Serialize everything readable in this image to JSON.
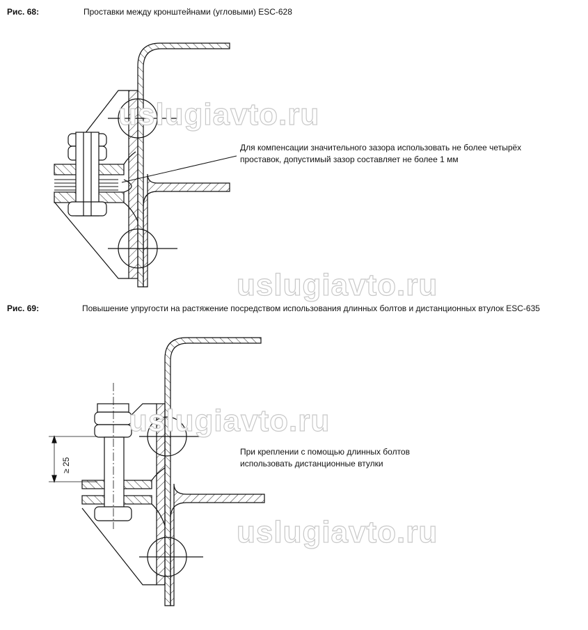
{
  "figures": [
    {
      "number": "Рис. 68:",
      "title": "Проставки между кронштейнами (угловыми) ESC-628",
      "note_lines": [
        "Для компенсации значительного зазора использовать не более четырёх",
        "проставок, допустимый зазор составляет не более 1 мм"
      ]
    },
    {
      "number": "Рис. 69:",
      "title": "Повышение упругости на растяжение посредством использования длинных болтов и дистанционных втулок ESC-635",
      "note_lines": [
        "При креплении с помощью длинных болтов",
        "использовать дистанционные втулки"
      ],
      "dimension_label": "≥ 25"
    }
  ],
  "watermark": "uslugiavto.ru"
}
